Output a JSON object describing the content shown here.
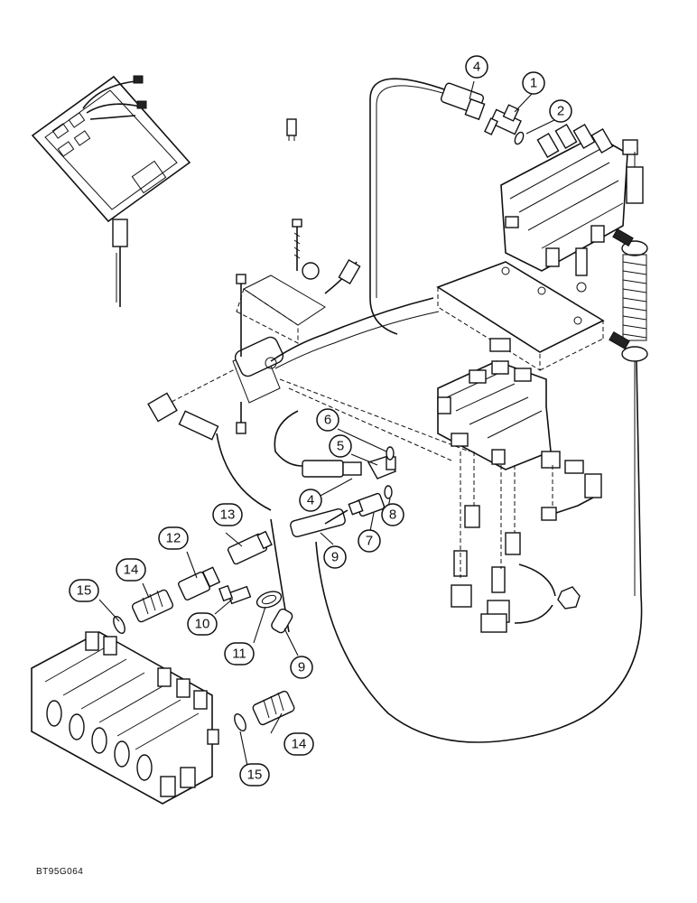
{
  "figure_code": "BT95G064",
  "callouts": [
    {
      "id": "c1",
      "label": "1"
    },
    {
      "id": "c2",
      "label": "2"
    },
    {
      "id": "c4a",
      "label": "4"
    },
    {
      "id": "c6",
      "label": "6"
    },
    {
      "id": "c5",
      "label": "5"
    },
    {
      "id": "c4b",
      "label": "4"
    },
    {
      "id": "c8",
      "label": "8"
    },
    {
      "id": "c7",
      "label": "7"
    },
    {
      "id": "c9a",
      "label": "9"
    },
    {
      "id": "c13",
      "label": "13"
    },
    {
      "id": "c12",
      "label": "12"
    },
    {
      "id": "c14a",
      "label": "14"
    },
    {
      "id": "c15a",
      "label": "15"
    },
    {
      "id": "c10",
      "label": "10"
    },
    {
      "id": "c11",
      "label": "11"
    },
    {
      "id": "c9b",
      "label": "9"
    },
    {
      "id": "c14b",
      "label": "14"
    },
    {
      "id": "c15b",
      "label": "15"
    }
  ]
}
